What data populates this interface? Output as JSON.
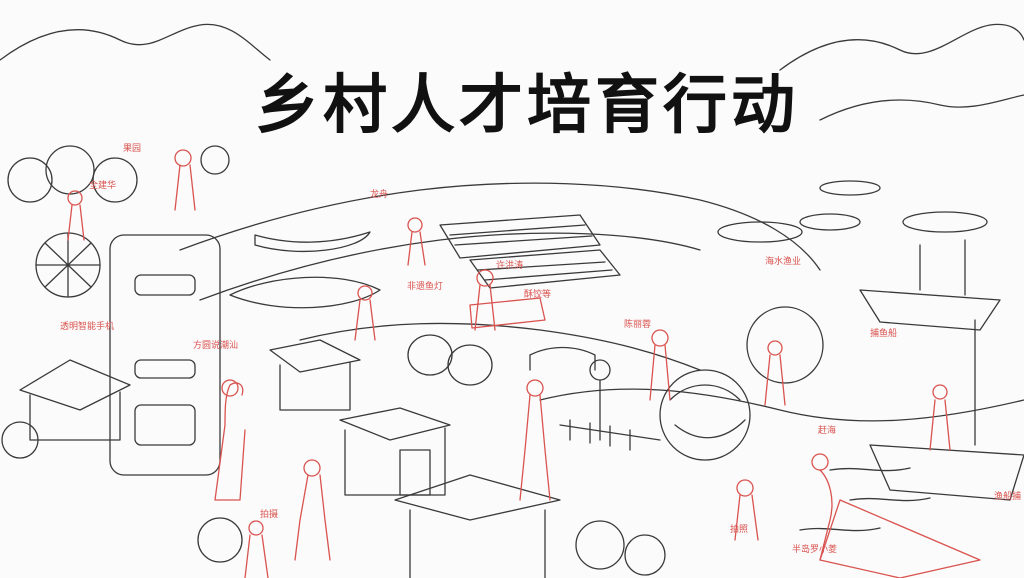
{
  "title": "乡村人才培育行动",
  "colors": {
    "line": "#3a3a3a",
    "accent": "#d9534f",
    "title": "#111111",
    "background": "#fbfbfb"
  },
  "labels": {
    "orchard": "果园",
    "quan_jinhua": "全建华",
    "dragon_boat": "龙舟",
    "xu_shengshen": "许洪涛",
    "heritage_fish_lamp": "非遗鱼灯",
    "su_xiaodeng": "酥饺等",
    "transparent_phone": "透明智能手机",
    "fang_yuan": "方圆说潮汕",
    "chen_lirong": "陈丽蓉",
    "sea_fishery": "海水渔业",
    "fishing_boat": "捕鱼船",
    "tide_catching": "赶海",
    "boat_fishing": "渔船捕",
    "photo_1": "拍摄",
    "photo_2": "拍照",
    "peninsula": "半岛罗小菱"
  }
}
